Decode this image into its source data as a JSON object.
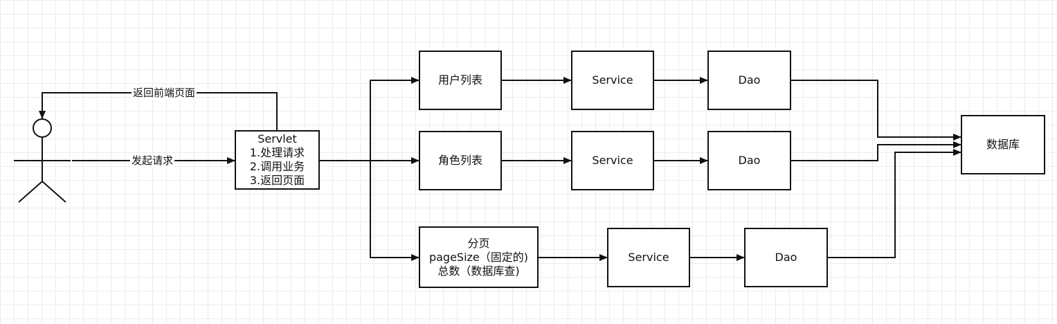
{
  "actor": {
    "request_label": "发起请求",
    "return_label": "返回前端页面"
  },
  "servlet": {
    "title": "Servlet",
    "steps": [
      "1.处理请求",
      "2.调用业务",
      "3.返回页面"
    ]
  },
  "rows": [
    {
      "module_lines": [
        "用户列表"
      ],
      "service": "Service",
      "dao": "Dao"
    },
    {
      "module_lines": [
        "角色列表"
      ],
      "service": "Service",
      "dao": "Dao"
    },
    {
      "module_lines": [
        "分页",
        "pageSize（固定的)",
        "总数（数据库查)"
      ],
      "service": "Service",
      "dao": "Dao"
    }
  ],
  "database": {
    "label": "数据库"
  },
  "colors": {
    "stroke": "#111111",
    "grid": "#ececec"
  }
}
